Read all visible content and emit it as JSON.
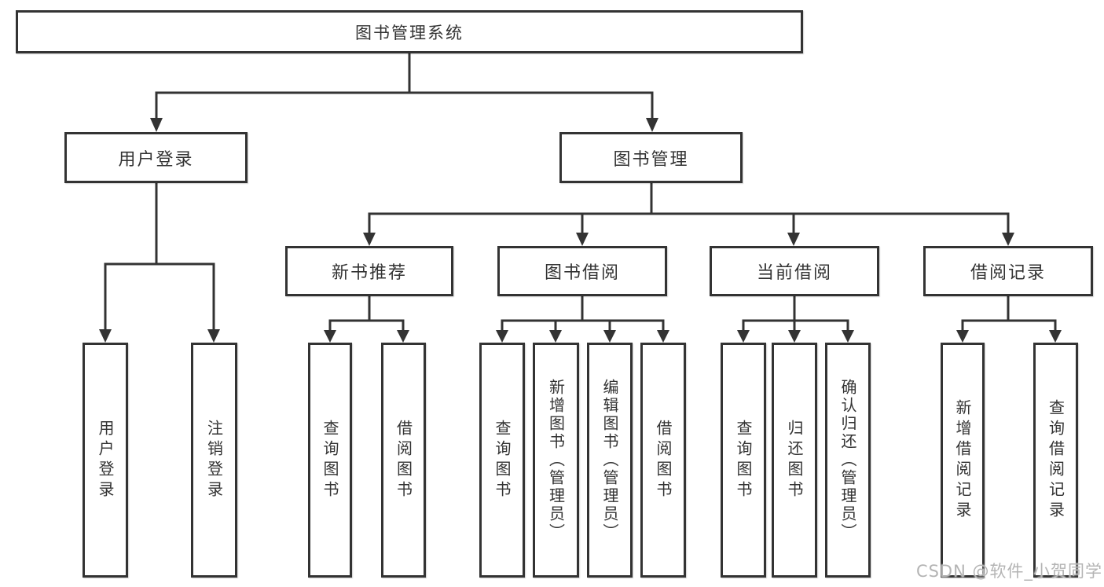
{
  "diagram": {
    "type": "hierarchy-tree",
    "colors": {
      "box_border": "#333333",
      "box_fill": "#ffffff",
      "text": "#333333",
      "connector": "#333333",
      "watermark": "#b4b4b4",
      "background": "#ffffff"
    },
    "tree": {
      "label": "图书管理系统",
      "children": [
        {
          "label": "用户登录",
          "children": [
            {
              "label": "用户登录"
            },
            {
              "label": "注销登录"
            }
          ]
        },
        {
          "label": "图书管理",
          "children": [
            {
              "label": "新书推荐",
              "children": [
                {
                  "label": "查询图书"
                },
                {
                  "label": "借阅图书"
                }
              ]
            },
            {
              "label": "图书借阅",
              "children": [
                {
                  "label": "查询图书"
                },
                {
                  "label": "新增图书（管理员）"
                },
                {
                  "label": "编辑图书（管理员）"
                },
                {
                  "label": "借阅图书"
                }
              ]
            },
            {
              "label": "当前借阅",
              "children": [
                {
                  "label": "查询图书"
                },
                {
                  "label": "归还图书"
                },
                {
                  "label": "确认归还（管理员）"
                }
              ]
            },
            {
              "label": "借阅记录",
              "children": [
                {
                  "label": "新增借阅记录"
                },
                {
                  "label": "查询借阅记录"
                }
              ]
            }
          ]
        }
      ]
    },
    "watermark": "CSDN @软件_小贺同学"
  }
}
